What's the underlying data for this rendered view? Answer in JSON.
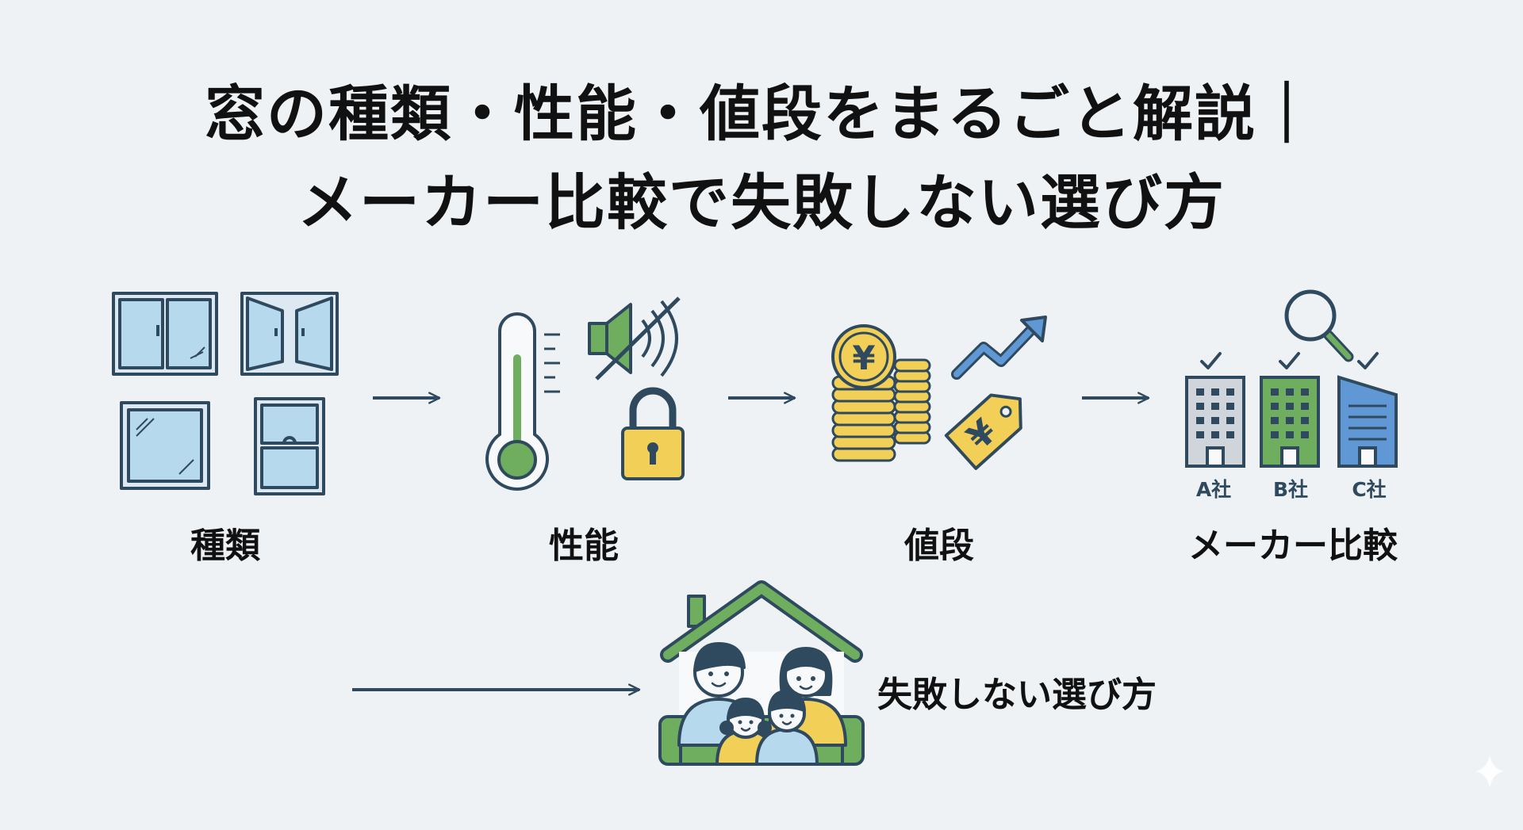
{
  "title": {
    "line1": "窓の種類・性能・値段をまるごと解説｜",
    "line2": "メーカー比較で失敗しない選び方"
  },
  "steps": [
    {
      "label": "種類",
      "icon": "window-types-icon"
    },
    {
      "label": "性能",
      "icon": "performance-icons"
    },
    {
      "label": "値段",
      "icon": "price-coins-icon"
    },
    {
      "label": "メーカー比較",
      "icon": "manufacturer-buildings-icon"
    }
  ],
  "companies": [
    "A社",
    "B社",
    "C社"
  ],
  "conclusion": {
    "label": "失敗しない選び方",
    "icon": "family-house-icon"
  },
  "colors": {
    "stroke": "#2f4a5e",
    "glass": "#b6d9ee",
    "green": "#6fae5f",
    "yellow": "#f2cf57",
    "blue": "#5f98d4",
    "arrow": "#2f4a5e"
  }
}
